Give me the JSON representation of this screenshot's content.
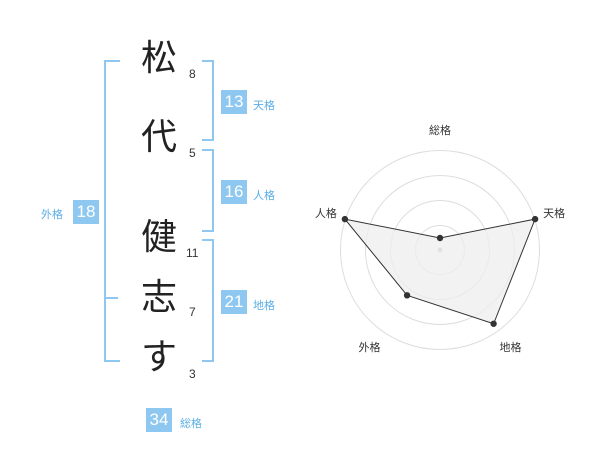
{
  "name_chars": [
    {
      "char": "松",
      "strokes": "8"
    },
    {
      "char": "代",
      "strokes": "5"
    },
    {
      "char": "健",
      "strokes": "11"
    },
    {
      "char": "志",
      "strokes": "7"
    },
    {
      "char": "す",
      "strokes": "3"
    }
  ],
  "fortunes": {
    "tenkaku": {
      "value": "13",
      "label": "天格"
    },
    "jinkaku": {
      "value": "16",
      "label": "人格"
    },
    "chikaku": {
      "value": "21",
      "label": "地格"
    },
    "gaikaku": {
      "value": "18",
      "label": "外格"
    },
    "soukaku": {
      "value": "34",
      "label": "総格"
    }
  },
  "colors": {
    "accent": "#8ec8f0",
    "accent_text": "#5aaee6",
    "radar_fill": "#eeeeee",
    "radar_line": "#333333",
    "grid": "#dddddd"
  },
  "chart_data": {
    "type": "radar",
    "categories": [
      "総格",
      "天格",
      "地格",
      "外格",
      "人格"
    ],
    "values": [
      0.0,
      1.0,
      0.9,
      0.5,
      1.0
    ],
    "rings": 4
  }
}
